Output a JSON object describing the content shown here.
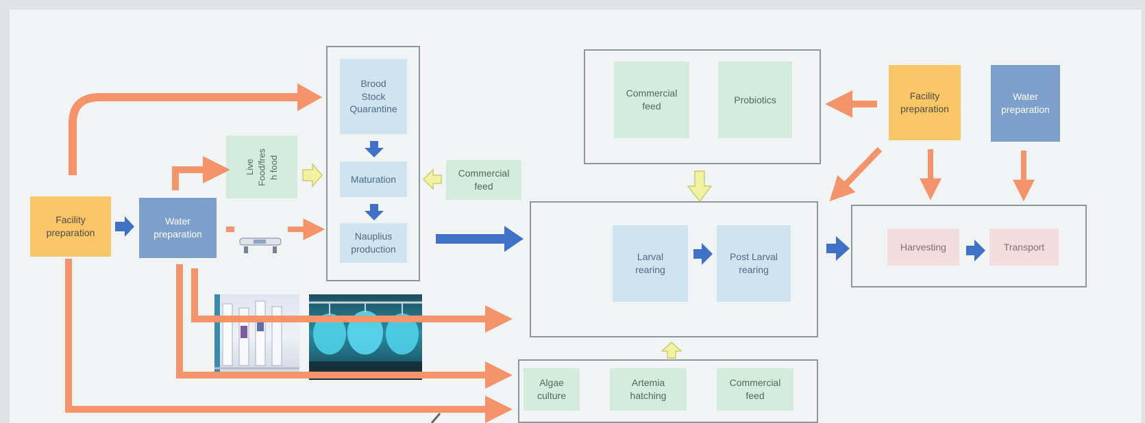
{
  "left": {
    "facility": "Facility\npreparation",
    "water": "Water\npreparation",
    "live_food": "Live\nFood/fres\nh food",
    "commercial_feed": "Commercial\nfeed"
  },
  "broodstock": {
    "quarantine": "Brood\nStock\nQuarantine",
    "maturation": "Maturation",
    "nauplius": "Nauplius\nproduction"
  },
  "feed_top": {
    "commercial": "Commercial\nfeed",
    "probiotics": "Probiotics"
  },
  "right": {
    "facility": "Facility\npreparation",
    "water": "Water\npreparation",
    "harvesting": "Harvesting",
    "transport": "Transport"
  },
  "rearing": {
    "larval": "Larval\nrearing",
    "post_larval": "Post Larval\nrearing"
  },
  "bottom": {
    "algae": "Algae\nculture",
    "artemia": "Artemia\nhatching",
    "commercial": "Commercial\nfeed"
  },
  "colors": {
    "orange_arrow": "#f5936a",
    "blue_arrow": "#3f72c6",
    "yellow_arrow": "#f2f3a0"
  }
}
